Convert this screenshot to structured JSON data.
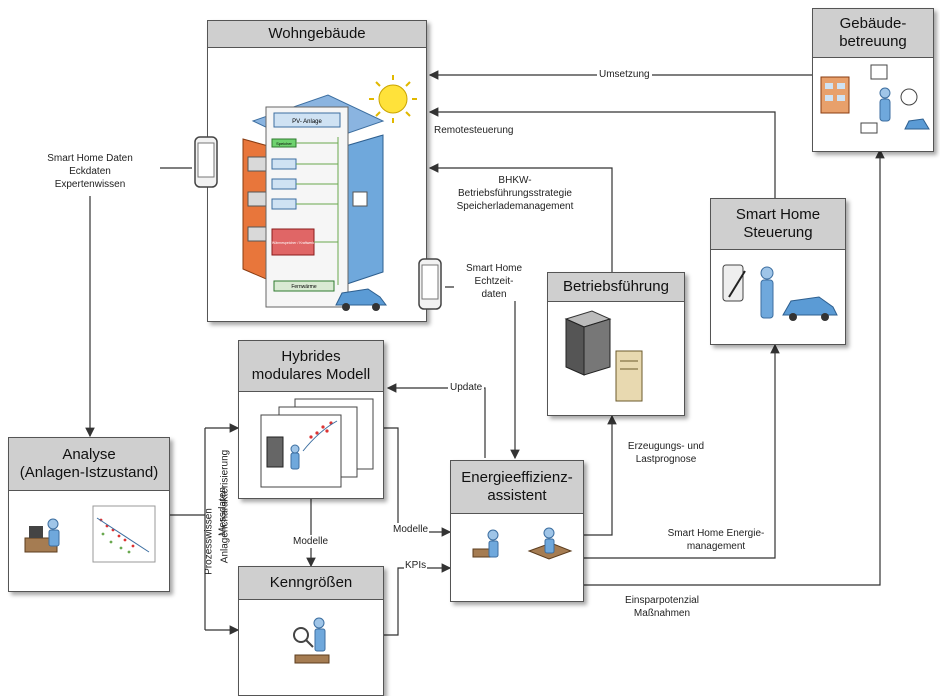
{
  "boxes": {
    "wohn": "Wohngebäude",
    "gebaeude_1": "Gebäude-",
    "gebaeude_2": "betreuung",
    "smart_1": "Smart Home",
    "smart_2": "Steuerung",
    "betrieb": "Betriebsführung",
    "hybrid_1": "Hybrides",
    "hybrid_2": "modulares Modell",
    "analyse_1": "Analyse",
    "analyse_2": "(Anlagen-Istzustand)",
    "energie_1": "Energieeffizienz-",
    "energie_2": "assistent",
    "kenn": "Kenngrößen"
  },
  "labels": {
    "umsetzung": "Umsetzung",
    "remote": "Remotesteuerung",
    "bhkw_1": "BHKW-",
    "bhkw_2": "Betriebsführungsstrategie",
    "bhkw_3": "Speicherlademanagement",
    "shdaten_1": "Smart Home Daten",
    "shdaten_2": "Eckdaten",
    "shdaten_3": "Expertenwissen",
    "echt_1": "Smart Home",
    "echt_2": "Echtzeit-",
    "echt_3": "daten",
    "update": "Update",
    "prognose_1": "Erzeugungs- und",
    "prognose_2": "Lastprognose",
    "energiemgmt_1": "Smart Home Energie-",
    "energiemgmt_2": "management",
    "modelle_right": "Modelle",
    "modelle_down": "Modelle",
    "kpis": "KPIs",
    "einspar_1": "Einsparpotenzial",
    "einspar_2": "Maßnahmen",
    "vert_1": "Prozesswissen",
    "vert_2": "Messdaten",
    "vert_3": "Anlagencharakterisierung"
  },
  "building_panel": {
    "title": "PV- Anlage",
    "item_a": "Speicher",
    "item_b": "Wärmespeicher / Kraftwerk",
    "item_c": "Fernwärme"
  },
  "colors": {
    "header_gray": "#cfcfcf",
    "border": "#555555",
    "arrow": "#333333",
    "sun": "#ffe23a",
    "car": "#5b9bd5",
    "building_orange": "#e8763b",
    "building_blue": "#6fa8dc"
  }
}
